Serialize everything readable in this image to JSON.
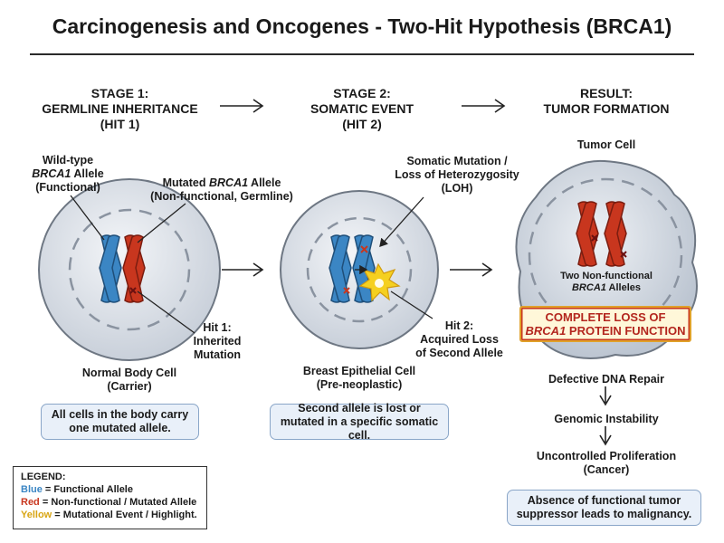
{
  "title": "Carcinogenesis and Oncogenes - Two-Hit Hypothesis (BRCA1)",
  "stage1": {
    "line1": "STAGE 1:",
    "line2": "GERMLINE INHERITANCE",
    "line3": "(HIT 1)"
  },
  "stage2": {
    "line1": "STAGE 2:",
    "line2": "SOMATIC EVENT",
    "line3": "(HIT 2)"
  },
  "result": {
    "line1": "RESULT:",
    "line2": "TUMOR FORMATION"
  },
  "cell1": {
    "wildtype_1": "Wild-type",
    "wildtype_gene": "BRCA1",
    "wildtype_2": " Allele",
    "wildtype_3": "(Functional)",
    "mutated_1": "Mutated ",
    "mutated_gene": "BRCA1",
    "mutated_2": " Allele",
    "mutated_3": "(Non-functional, Germline)",
    "hit1_1": "Hit 1:",
    "hit1_2": "Inherited",
    "hit1_3": "Mutation",
    "caption_1": "Normal Body Cell",
    "caption_2": "(Carrier)",
    "note": "All cells in the body carry one mutated allele."
  },
  "cell2": {
    "somatic_1": "Somatic Mutation /",
    "somatic_2": "Loss of Heterozygosity",
    "somatic_3": "(LOH)",
    "hit2_1": "Hit 2:",
    "hit2_2": "Acquired Loss",
    "hit2_3": "of Second Allele",
    "caption_1": "Breast Epithelial Cell",
    "caption_2": "(Pre-neoplastic)",
    "note": "Second allele is lost or mutated in a specific somatic cell."
  },
  "tumor": {
    "label": "Tumor Cell",
    "alleles_1": "Two Non-functional",
    "alleles_gene": "BRCA1",
    "alleles_2": " Alleles",
    "loss_1": "COMPLETE LOSS OF",
    "loss_gene": "BRCA1",
    "loss_2": " PROTEIN FUNCTION",
    "step1": "Defective DNA Repair",
    "step2": "Genomic Instability",
    "step3_1": "Uncontrolled Proliferation",
    "step3_2": "(Cancer)",
    "note": "Absence of functional tumor suppressor leads to malignancy."
  },
  "legend": {
    "heading": "LEGEND:",
    "blue_key": "Blue",
    "blue_text": " = Functional Allele",
    "red_key": "Red",
    "red_text": " = Non-functional / Mutated Allele",
    "yellow_key": "Yellow",
    "yellow_text": " = Mutational Event / Highlight."
  },
  "colors": {
    "functional": "#3b86c4",
    "mutated": "#c8361e",
    "event": "#f5d020"
  }
}
